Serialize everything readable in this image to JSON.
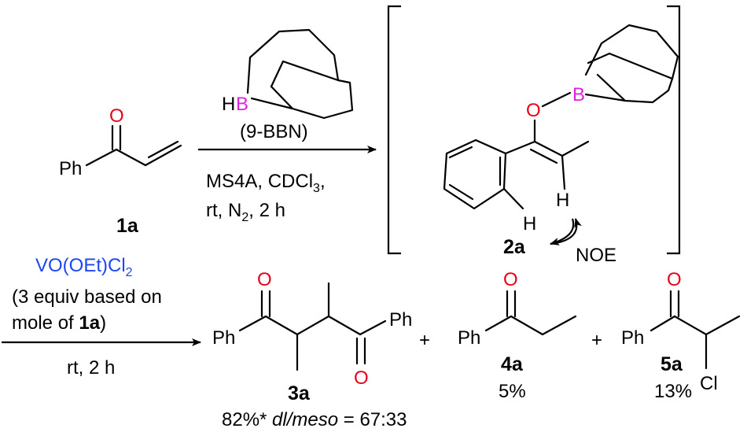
{
  "colors": {
    "oxygen": "#e8001a",
    "boron": "#e020e0",
    "reagent": "#1c46f2",
    "ink": "#000000"
  },
  "step1": {
    "reagent_h": "H",
    "reagent_b": "B",
    "reagent_name": "(9-BBN)",
    "cond_line1_a": "MS4A, CDCl",
    "cond_line1_sub": "3",
    "cond_line1_b": ",",
    "cond_line2": "rt, N",
    "cond_line2_sub": "2",
    "cond_line2_b": ", 2 h"
  },
  "compound_1a": {
    "o": "O",
    "ph": "Ph",
    "label": "1a"
  },
  "intermediate_2a": {
    "o": "O",
    "b": "B",
    "h1": "H",
    "h2": "H",
    "label": "2a",
    "noe": "NOE"
  },
  "step2": {
    "reagent_a": "VO(OEt)Cl",
    "reagent_sub": "2",
    "line2": "(3 equiv based on",
    "line3_a": "mole of ",
    "line3_b": "1a",
    "line3_c": ")",
    "cond": "rt, 2 h"
  },
  "product_3a": {
    "ph1": "Ph",
    "ph2": "Ph",
    "o1": "O",
    "o2": "O",
    "label": "3a",
    "yield_a": "82%* ",
    "yield_b": "dl/meso",
    "yield_c": " = 67:33"
  },
  "plus1": "+",
  "plus2": "+",
  "product_4a": {
    "o": "O",
    "ph": "Ph",
    "label": "4a",
    "yield": "5%"
  },
  "product_5a": {
    "o": "O",
    "ph": "Ph",
    "cl": "Cl",
    "label": "5a",
    "yield": "13%"
  }
}
